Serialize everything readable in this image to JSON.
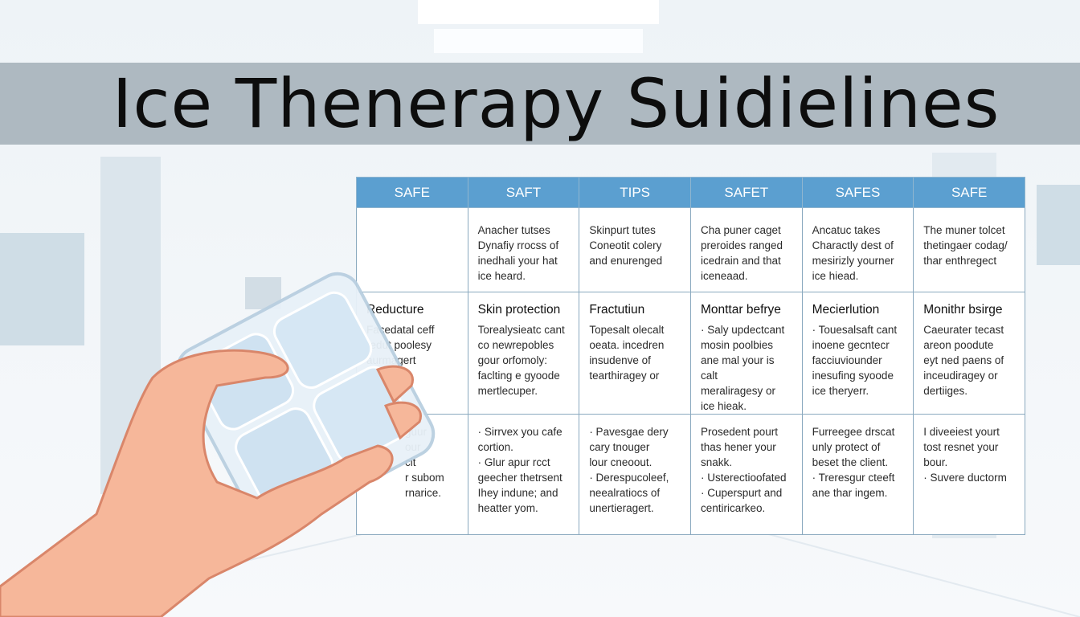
{
  "title": "Ice Thenerapy Suidielines",
  "table": {
    "headers": [
      "SAFE",
      "SAFT",
      "TIPS",
      "SAFET",
      "SAFES",
      "SAFE"
    ],
    "rows": [
      [
        {
          "heading": "",
          "lines": []
        },
        {
          "heading": "",
          "lines": [
            "Anacher tutses",
            "Dynafiy rrocss of",
            "inedhali your hat",
            "ice heard."
          ]
        },
        {
          "heading": "",
          "lines": [
            "Skinpurt tutes",
            "Coneotit colery",
            "and enurenged"
          ]
        },
        {
          "heading": "",
          "lines": [
            "Cha puner caget",
            "preroides ranged",
            "icedrain and that",
            "iceneaad."
          ]
        },
        {
          "heading": "",
          "lines": [
            "Ancatuc takes",
            "Charactly dest of",
            "mesirizly yourner",
            "ice hiead."
          ]
        },
        {
          "heading": "",
          "lines": [
            "The muner tolcet",
            "thetingaer codag/",
            "thar enthregect"
          ]
        }
      ],
      [
        {
          "heading": "Reducture",
          "lines": [
            "Facedatal ceff",
            "redut poolesy",
            "aurmagert"
          ]
        },
        {
          "heading": "Skin protection",
          "lines": [
            "Torealysieatc cant",
            "co newrepobles",
            "gour orfomoly:",
            "faclting e gyoode",
            "mertlecuper."
          ]
        },
        {
          "heading": "Fractutiun",
          "lines": [
            "Topesalt olecalt",
            "oeata. incedren",
            "insudenve of",
            "tearthiragey or"
          ]
        },
        {
          "heading": "Monttar befrye",
          "lines": [
            "· Saly updectcant",
            "mosin poolbies",
            "ane mal your is calt",
            "meraliragesy or",
            "ice hieak."
          ]
        },
        {
          "heading": "Mecierlution",
          "lines": [
            "· Touesalsaft cant",
            "inoene gecntecr",
            "facciuviounder",
            "inesufing syoode",
            "ice theryerr."
          ]
        },
        {
          "heading": "Monithr bsirge",
          "lines": [
            "Caeurater tecast",
            "areon poodute",
            "eyt ned paens of",
            "inceudiragey or",
            "dertiiges."
          ]
        }
      ],
      [
        {
          "heading": "",
          "lines": [
            "guur",
            "our",
            "cit",
            "r subom",
            "rnarice."
          ]
        },
        {
          "heading": "",
          "lines": [
            "· Sirrvex you cafe",
            "cortion.",
            "· Glur apur rcct",
            "geecher thetrsent",
            "Ihey indune; and",
            "heatter yom."
          ]
        },
        {
          "heading": "",
          "lines": [
            "· Pavesgae dery",
            "cary tnouger",
            "lour cneoout.",
            "· Derespucoleef,",
            "neealratiocs of",
            "unertieragert."
          ]
        },
        {
          "heading": "",
          "lines": [
            "Prosedent pourt",
            "thas hener your",
            "snakk.",
            "· Usterectioofated",
            "· Cuperspurt and",
            "centiricarkeo."
          ]
        },
        {
          "heading": "",
          "lines": [
            "Furreegee drscat",
            "unly protect of",
            "beset the client.",
            "· Treresgur cteeft",
            "ane thar ingem."
          ]
        },
        {
          "heading": "",
          "lines": [
            "I diveeiest yourt",
            "tost resnet your",
            "bour.",
            "· Suvere ductorm"
          ]
        }
      ]
    ]
  },
  "colors": {
    "header": "#5b9fd0",
    "title_band": "#aeb9c1",
    "skin": "#f6b79a"
  }
}
